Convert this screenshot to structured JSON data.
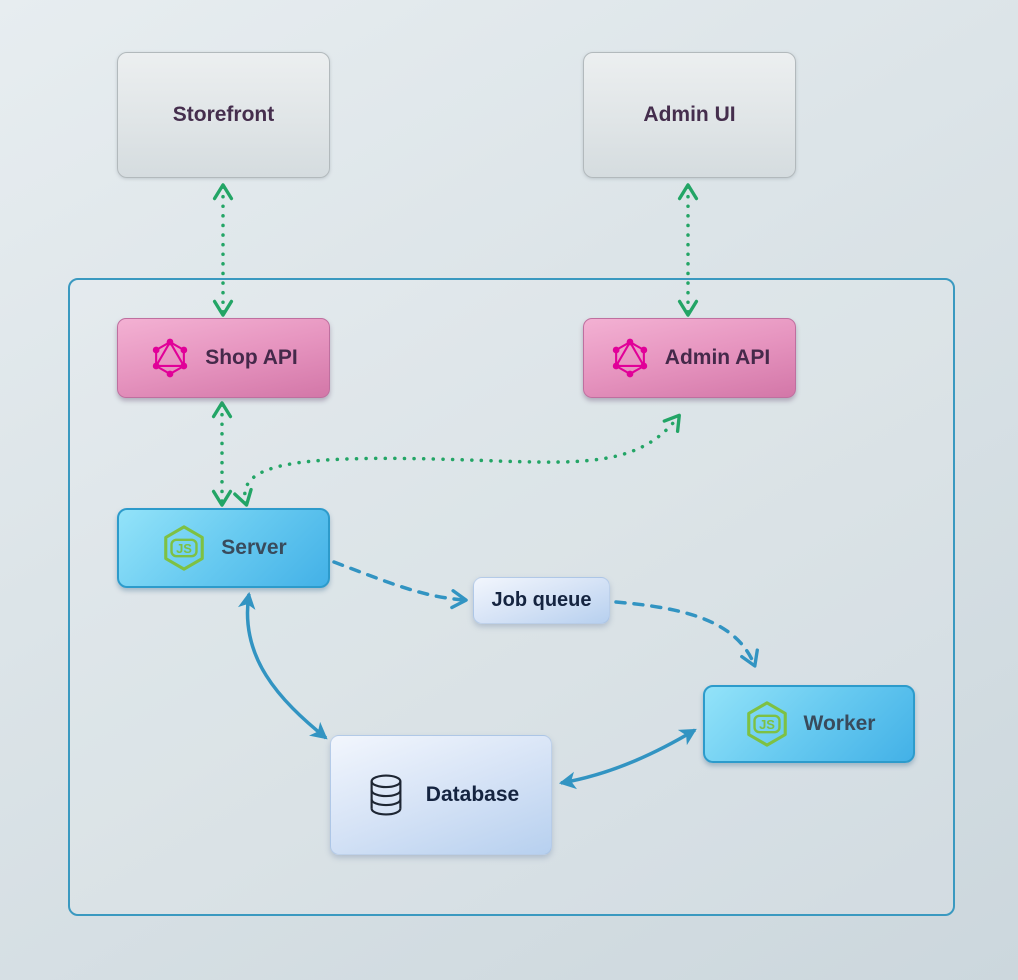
{
  "diagram": {
    "nodes": {
      "storefront": {
        "label": "Storefront"
      },
      "admin_ui": {
        "label": "Admin UI"
      },
      "shop_api": {
        "label": "Shop API",
        "icon": "graphql-icon"
      },
      "admin_api": {
        "label": "Admin API",
        "icon": "graphql-icon"
      },
      "server": {
        "label": "Server",
        "icon": "nodejs-icon"
      },
      "job_queue": {
        "label": "Job queue"
      },
      "worker": {
        "label": "Worker",
        "icon": "nodejs-icon"
      },
      "database": {
        "label": "Database",
        "icon": "database-icon"
      }
    },
    "edges": [
      {
        "from": "Storefront",
        "to": "Shop API",
        "style": "dotted",
        "bidirectional": true,
        "color": "#23a566"
      },
      {
        "from": "Admin UI",
        "to": "Admin API",
        "style": "dotted",
        "bidirectional": true,
        "color": "#23a566"
      },
      {
        "from": "Shop API",
        "to": "Server",
        "style": "dotted",
        "bidirectional": true,
        "color": "#23a566"
      },
      {
        "from": "Server",
        "to": "Admin API",
        "style": "dotted",
        "bidirectional": true,
        "color": "#23a566"
      },
      {
        "from": "Server",
        "to": "Job queue",
        "style": "dashed",
        "bidirectional": false,
        "color": "#3294c2"
      },
      {
        "from": "Job queue",
        "to": "Worker",
        "style": "dashed",
        "bidirectional": false,
        "color": "#3294c2"
      },
      {
        "from": "Server",
        "to": "Database",
        "style": "solid",
        "bidirectional": true,
        "color": "#3294c2"
      },
      {
        "from": "Worker",
        "to": "Database",
        "style": "solid",
        "bidirectional": true,
        "color": "#3294c2"
      }
    ],
    "icons": {
      "nodejs_text": "JS"
    },
    "colors": {
      "edge_green": "#23a566",
      "edge_blue": "#3294c2",
      "graphql_pink": "#e10098",
      "nodejs_green": "#7ec143",
      "container_border": "#3a99c0",
      "plain_node_text": "#452e4d",
      "soft_node_text": "#152440"
    }
  }
}
